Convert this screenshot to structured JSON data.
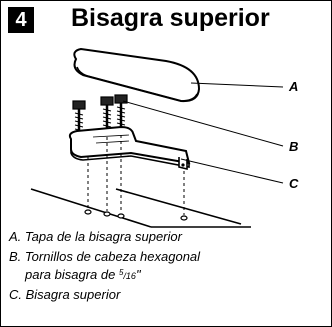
{
  "step": {
    "number": "4",
    "title": "Bisagra superior"
  },
  "callouts": {
    "a": "A",
    "b": "B",
    "c": "C"
  },
  "legend": {
    "a": "A. Tapa de la bisagra superior",
    "b_line1": "B. Tornillos de cabeza hexagonal",
    "b_line2_prefix": "para bisagra de ",
    "b_fraction_num": "5",
    "b_fraction_den": "16",
    "b_line2_suffix": "\"",
    "c": "C. Bisagra superior"
  }
}
